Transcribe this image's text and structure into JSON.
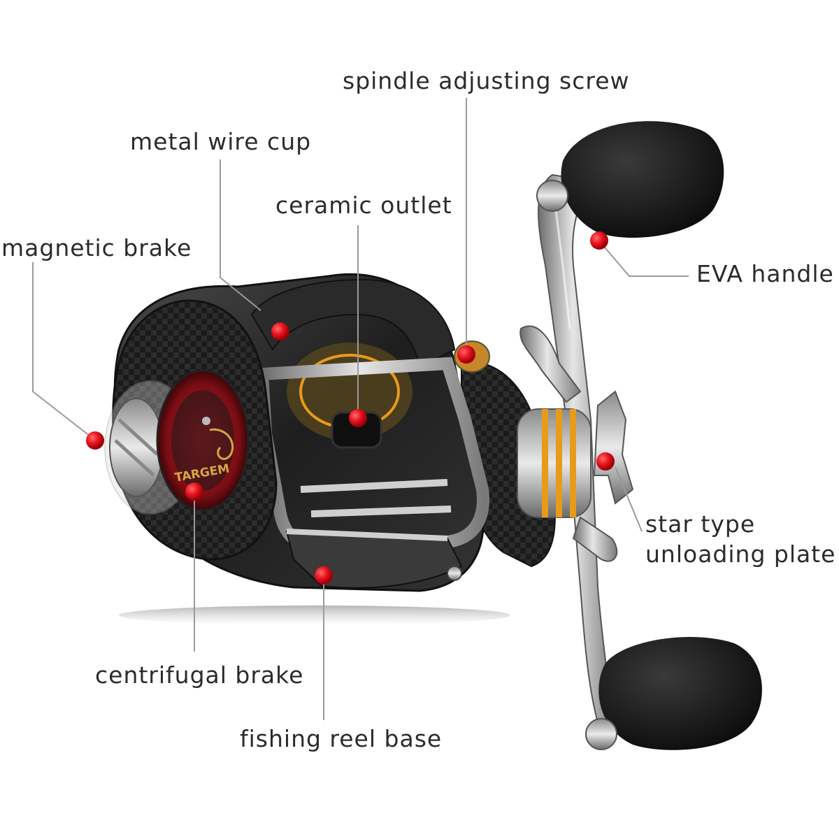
{
  "callouts": {
    "spindle_adjusting_screw": "spindle adjusting screw",
    "metal_wire_cup": "metal wire cup",
    "ceramic_outlet": "ceramic outlet",
    "magnetic_brake": "magnetic brake",
    "eva_handle": "EVA handle",
    "star_type_line1": "star type",
    "star_type_line2": "unloading plate",
    "centrifugal_brake": "centrifugal brake",
    "fishing_reel_base": "fishing reel base"
  },
  "reel_brand_text": "TARGEM",
  "colors": {
    "marker": "#e8141e",
    "leader": "#9a9a9a",
    "text": "#2b2b2b",
    "accent": "#e89a1a"
  }
}
